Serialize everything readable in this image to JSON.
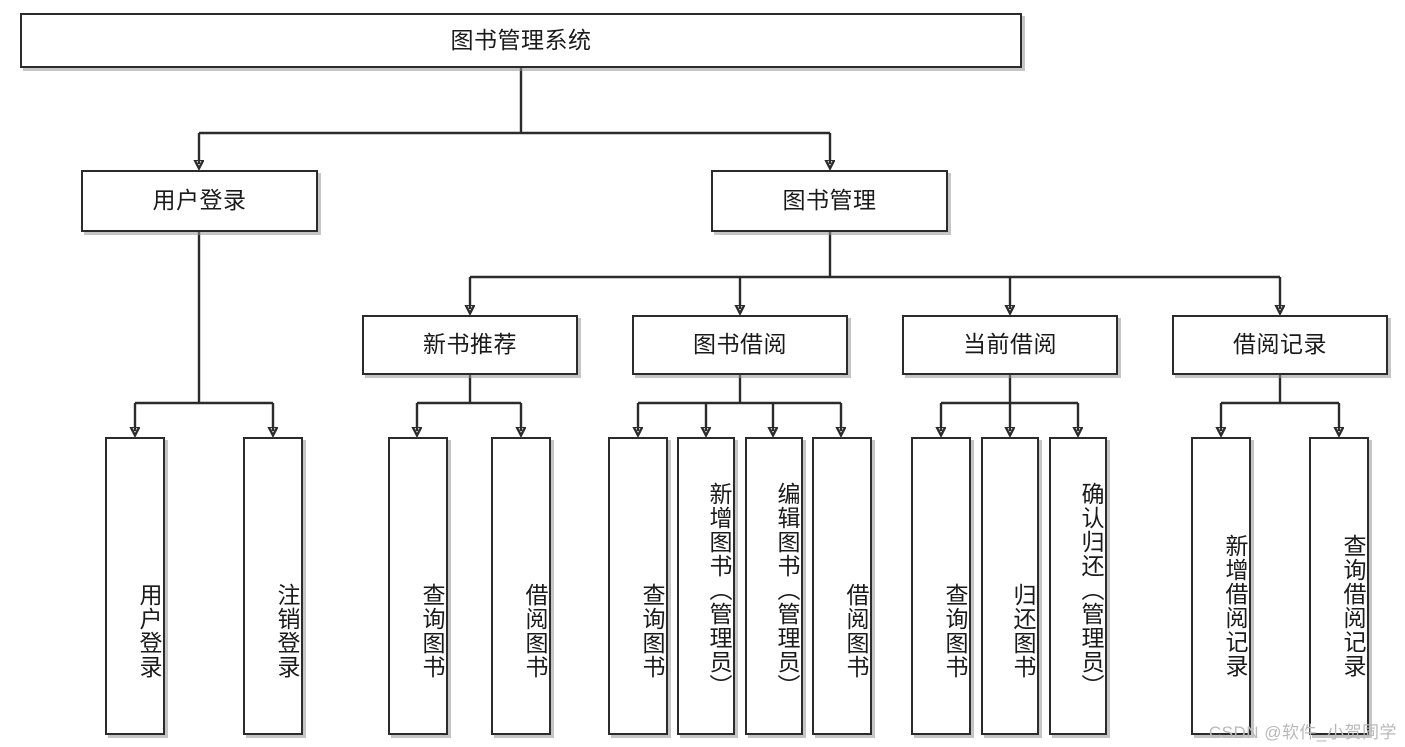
{
  "diagram": {
    "title": "图书管理系统",
    "type": "tree",
    "watermark": "CSDN @软件_小贺同学",
    "nodes": {
      "root": {
        "label": "图书管理系统"
      },
      "level2": [
        {
          "id": "user-login",
          "label": "用户登录"
        },
        {
          "id": "book-manage",
          "label": "图书管理"
        }
      ],
      "level3": [
        {
          "id": "new-book-recommend",
          "label": "新书推荐"
        },
        {
          "id": "book-borrow",
          "label": "图书借阅"
        },
        {
          "id": "current-borrow",
          "label": "当前借阅"
        },
        {
          "id": "borrow-record",
          "label": "借阅记录"
        }
      ],
      "leaves": {
        "user_login": [
          {
            "id": "leaf-user-login",
            "label": "用户登录"
          },
          {
            "id": "leaf-logout-login",
            "label": "注销登录"
          }
        ],
        "new_book_recommend": [
          {
            "id": "leaf-query-book-1",
            "label": "查询图书"
          },
          {
            "id": "leaf-borrow-book-1",
            "label": "借阅图书"
          }
        ],
        "book_borrow": [
          {
            "id": "leaf-query-book-2",
            "label": "查询图书"
          },
          {
            "id": "leaf-add-book",
            "label": "新增图书（管理员）"
          },
          {
            "id": "leaf-edit-book",
            "label": "编辑图书（管理员）"
          },
          {
            "id": "leaf-borrow-book-2",
            "label": "借阅图书"
          }
        ],
        "current_borrow": [
          {
            "id": "leaf-query-book-3",
            "label": "查询图书"
          },
          {
            "id": "leaf-return-book",
            "label": "归还图书"
          },
          {
            "id": "leaf-confirm-return",
            "label": "确认归还（管理员）"
          }
        ],
        "borrow_record": [
          {
            "id": "leaf-add-record",
            "label": "新增借阅记录"
          },
          {
            "id": "leaf-query-record",
            "label": "查询借阅记录"
          }
        ]
      }
    },
    "colors": {
      "border": "#2b2b2b",
      "background": "#ffffff",
      "text": "#1a1a1a",
      "watermark": "#b9b9b9"
    }
  }
}
